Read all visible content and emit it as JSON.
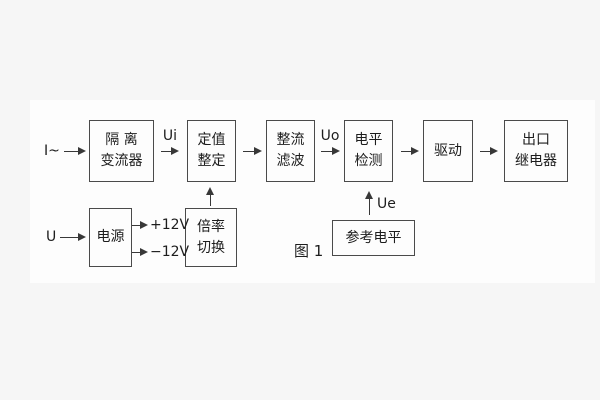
{
  "figure": {
    "caption": "图 1",
    "background": "#fdfdfd",
    "line_color": "#383838",
    "text_color": "#1d1d1d"
  },
  "inputs": {
    "current_label": "I~",
    "voltage_label": "U"
  },
  "signal_labels": {
    "ui": "Ui",
    "uo": "Uo",
    "ue": "Ue",
    "plus12": "+12V",
    "minus12": "−12V"
  },
  "blocks": {
    "isolation_transformer": {
      "line1": "隔 离",
      "line2": "变流器"
    },
    "setting_adjust": {
      "line1": "定值",
      "line2": "整定"
    },
    "rectifier_filter": {
      "line1": "整流",
      "line2": "滤波"
    },
    "level_detect": {
      "line1": "电平",
      "line2": "检测"
    },
    "driver": {
      "line1": "驱动"
    },
    "output_relay": {
      "line1": "出口",
      "line2": "继电器"
    },
    "power_supply": {
      "line1": "电源"
    },
    "ratio_switch": {
      "line1": "倍率",
      "line2": "切换"
    },
    "reference_level": {
      "line1": "参考电平"
    }
  }
}
